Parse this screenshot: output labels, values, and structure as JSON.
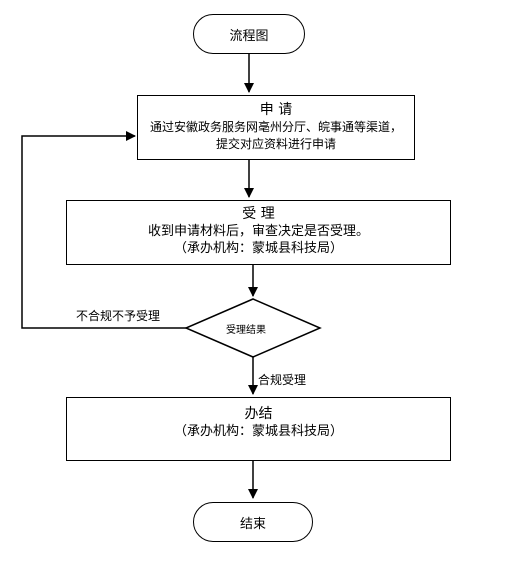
{
  "nodes": {
    "start": {
      "label": "流程图"
    },
    "apply": {
      "title": "申  请",
      "line1": "通过安徽政务服务网亳州分厅、皖事通等渠道，",
      "line2": "提交对应资料进行申请"
    },
    "accept": {
      "title": "受  理",
      "line1": "收到申请材料后，审查决定是否受理。",
      "line2": "（承办机构：蒙城县科技局）"
    },
    "decision": {
      "label": "受理结果"
    },
    "handle": {
      "title": "办结",
      "line1": "（承办机构：蒙城县科技局）"
    },
    "end": {
      "label": "结束"
    }
  },
  "edges": {
    "reject_label": "不合规不予受理",
    "accept_label": "合规受理"
  }
}
